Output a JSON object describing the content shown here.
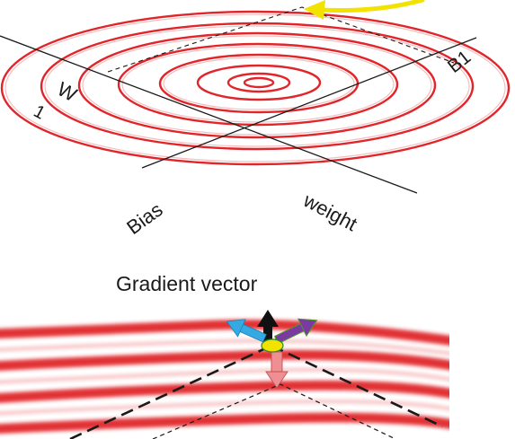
{
  "labels": {
    "w1_w": "W",
    "w1_sub": "1",
    "b1": "B1",
    "bias": "Bias",
    "weight": "weight",
    "gradient_vector": "Gradient vector"
  },
  "colors": {
    "contour": "#e0262b",
    "contour_light": "#f6b6b6",
    "axis": "#1a1a1a",
    "pointer_arrow": "#f2e200",
    "arrow_black": "#111111",
    "arrow_cyan": "#35a9e2",
    "arrow_purple": "#7b3aa0",
    "arrow_pink": "#ef8f93",
    "dot": "#f2e200"
  },
  "icons": [
    "pointer-arrow-icon",
    "black-arrow-icon",
    "cyan-arrow-icon",
    "purple-arrow-icon",
    "pink-arrow-icon"
  ]
}
